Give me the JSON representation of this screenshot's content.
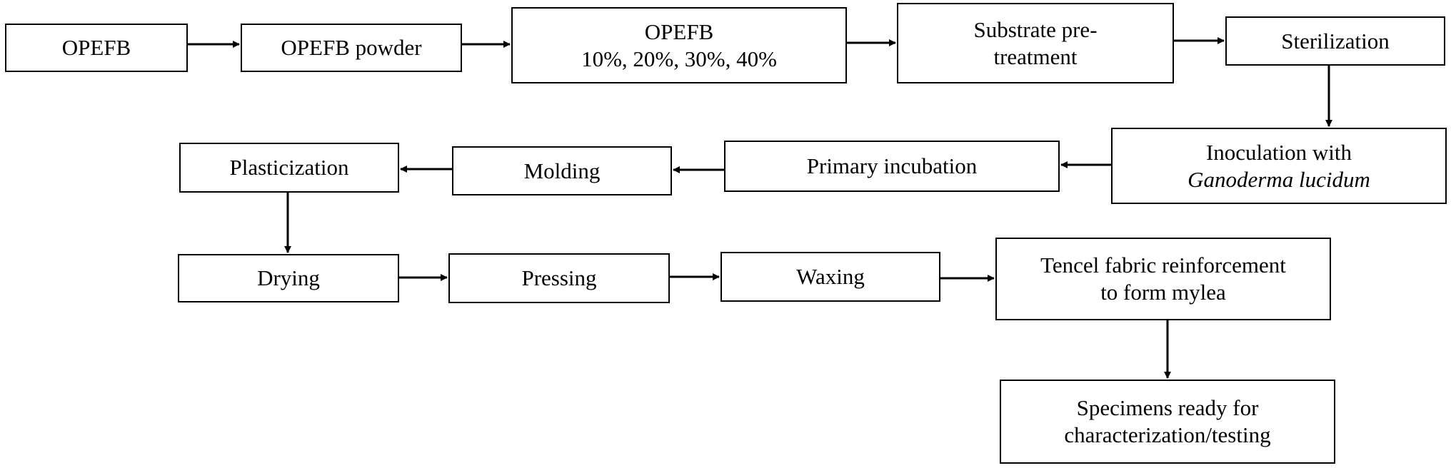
{
  "diagram": {
    "nodes": [
      {
        "id": "opefb",
        "lines": [
          {
            "text": "OPEFB"
          }
        ]
      },
      {
        "id": "powder",
        "lines": [
          {
            "text": "OPEFB powder"
          }
        ]
      },
      {
        "id": "pct",
        "lines": [
          {
            "text": "OPEFB"
          },
          {
            "text": "10%, 20%, 30%, 40%"
          }
        ]
      },
      {
        "id": "pretreat",
        "lines": [
          {
            "text": "Substrate pre-"
          },
          {
            "text": "treatment"
          }
        ]
      },
      {
        "id": "steril",
        "lines": [
          {
            "text": "Sterilization"
          }
        ]
      },
      {
        "id": "inoc",
        "lines": [
          {
            "text": "Inoculation with"
          },
          {
            "text": "Ganoderma lucidum",
            "italic": true
          }
        ]
      },
      {
        "id": "primary",
        "lines": [
          {
            "text": "Primary incubation"
          }
        ]
      },
      {
        "id": "molding",
        "lines": [
          {
            "text": "Molding"
          }
        ]
      },
      {
        "id": "plastic",
        "lines": [
          {
            "text": "Plasticization"
          }
        ]
      },
      {
        "id": "drying",
        "lines": [
          {
            "text": "Drying"
          }
        ]
      },
      {
        "id": "pressing",
        "lines": [
          {
            "text": "Pressing"
          }
        ]
      },
      {
        "id": "waxing",
        "lines": [
          {
            "text": "Waxing"
          }
        ]
      },
      {
        "id": "tencel",
        "lines": [
          {
            "text": "Tencel fabric reinforcement"
          },
          {
            "text": "to form mylea"
          }
        ]
      },
      {
        "id": "specimens",
        "lines": [
          {
            "text": "Specimens ready for"
          },
          {
            "text": "characterization/testing"
          }
        ]
      }
    ],
    "edges": [
      {
        "from": "opefb",
        "to": "powder"
      },
      {
        "from": "powder",
        "to": "pct"
      },
      {
        "from": "pct",
        "to": "pretreat"
      },
      {
        "from": "pretreat",
        "to": "steril"
      },
      {
        "from": "steril",
        "to": "inoc"
      },
      {
        "from": "inoc",
        "to": "primary"
      },
      {
        "from": "primary",
        "to": "molding"
      },
      {
        "from": "molding",
        "to": "plastic"
      },
      {
        "from": "plastic",
        "to": "drying"
      },
      {
        "from": "drying",
        "to": "pressing"
      },
      {
        "from": "pressing",
        "to": "waxing"
      },
      {
        "from": "waxing",
        "to": "tencel"
      },
      {
        "from": "tencel",
        "to": "specimens"
      }
    ],
    "line_color": "#000000",
    "box_fill": "#ffffff"
  }
}
